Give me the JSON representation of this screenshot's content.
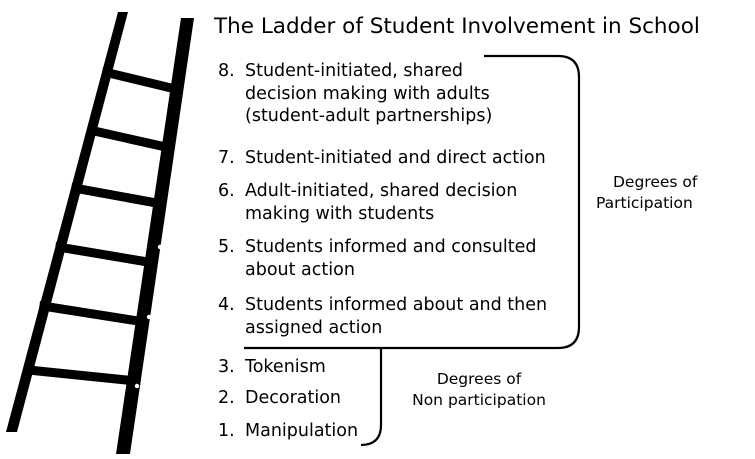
{
  "title": "The Ladder of Student Involvement in School",
  "participation": {
    "label_line1": "Degrees of",
    "label_line2": "Participation",
    "rungs": [
      {
        "num": "8.",
        "lines": [
          "Student-initiated, shared",
          "decision making with adults",
          "(student-adult partnerships)"
        ]
      },
      {
        "num": "7.",
        "lines": [
          "Student-initiated and direct action"
        ]
      },
      {
        "num": "6.",
        "lines": [
          "Adult-initiated, shared decision",
          "making with students"
        ]
      },
      {
        "num": "5.",
        "lines": [
          "Students informed and consulted",
          "about action"
        ]
      },
      {
        "num": "4.",
        "lines": [
          "Students informed about and then",
          "assigned action"
        ]
      }
    ]
  },
  "non_participation": {
    "label_line1": "Degrees of",
    "label_line2": "Non participation",
    "rungs": [
      {
        "num": "3.",
        "text": "Tokenism"
      },
      {
        "num": "2.",
        "text": "Decoration"
      },
      {
        "num": "1.",
        "text": "Manipulation"
      }
    ]
  },
  "colors": {
    "ink": "#000000",
    "background": "#ffffff"
  }
}
